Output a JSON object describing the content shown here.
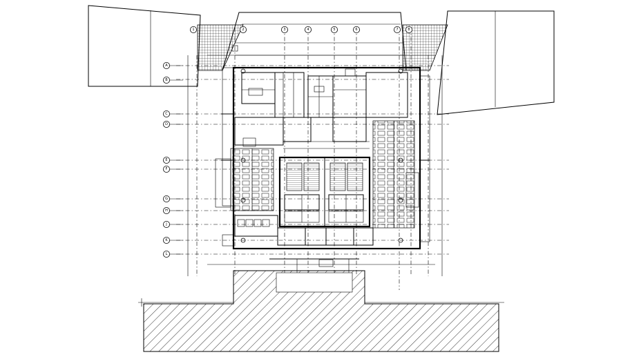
{
  "drawing": {
    "stroke_color": "#000000",
    "background_color": "#ffffff"
  },
  "grid_bubbles_top": [
    "1",
    "2",
    "3",
    "4",
    "5",
    "6",
    "7",
    "8"
  ],
  "grid_bubbles_left": [
    "A",
    "B",
    "C",
    "D",
    "E",
    "F",
    "G",
    "H",
    "J",
    "K",
    "L"
  ],
  "room_labels": [],
  "notes": []
}
